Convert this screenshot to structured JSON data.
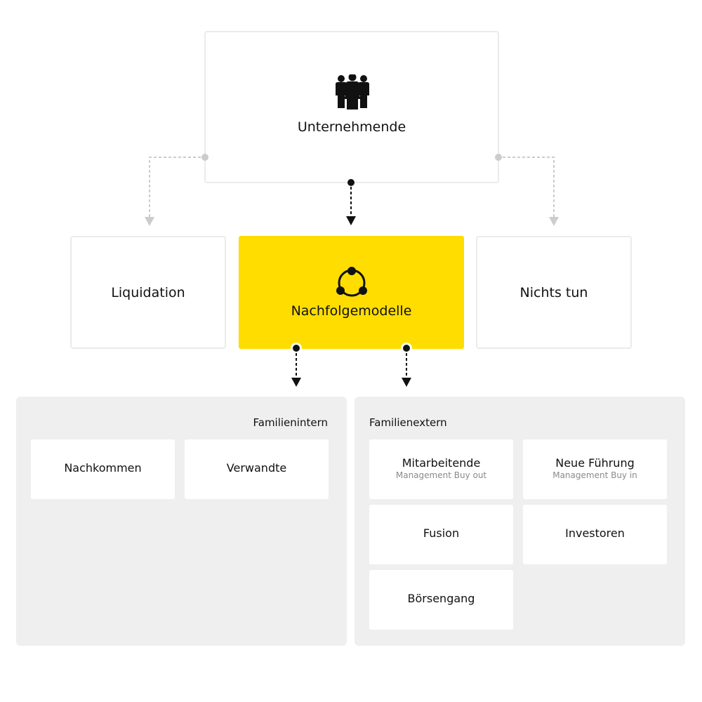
{
  "top": {
    "label": "Unternehmende",
    "icon": "people-icon"
  },
  "options": {
    "liquidation": "Liquidation",
    "nachfolge": "Nachfolgemodelle",
    "nichts": "Nichts tun"
  },
  "nachfolge_icon": "network-icon",
  "intern": {
    "title": "Familienintern",
    "items": [
      "Nachkommen",
      "Verwandte"
    ]
  },
  "extern": {
    "title": "Familienextern",
    "items": [
      {
        "title": "Mitarbeitende",
        "sub": "Management Buy out"
      },
      {
        "title": "Neue Führung",
        "sub": "Management Buy in"
      },
      {
        "title": "Fusion"
      },
      {
        "title": "Investoren"
      },
      {
        "title": "Börsengang"
      }
    ]
  },
  "colors": {
    "accent": "#FFDD00",
    "panel": "#efefef",
    "border": "#ebebeb",
    "arrow_dark": "#111111",
    "arrow_light": "#cccccc",
    "subtext": "#8a8a8a"
  }
}
